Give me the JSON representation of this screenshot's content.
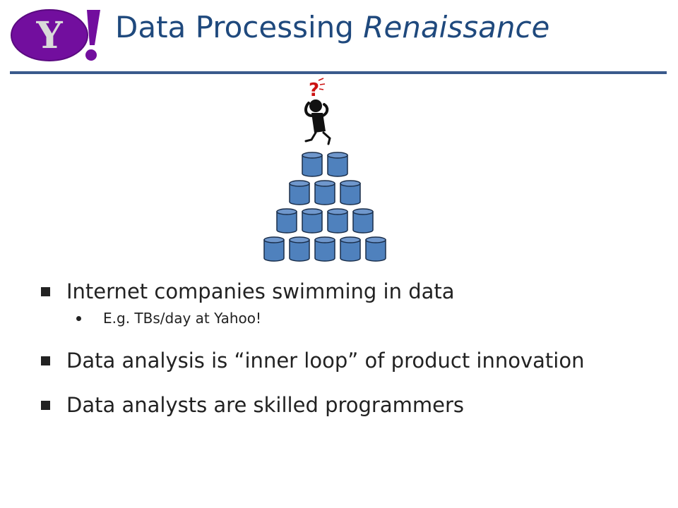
{
  "logo": {
    "text": "Y!",
    "color": "#720e9e"
  },
  "title": {
    "main": "Data Processing",
    "emphasis": "Renaissance",
    "color": "#1f497d"
  },
  "figure": {
    "question_mark": "?",
    "stack_rows": [
      2,
      3,
      4,
      5
    ],
    "cylinder_color": "#4f81bd"
  },
  "bullets": [
    {
      "text": "Internet companies swimming in data",
      "sub": [
        "E.g. TBs/day at Yahoo!"
      ]
    },
    {
      "text": "Data analysis is “inner loop” of product innovation",
      "sub": []
    },
    {
      "text": "Data analysts are skilled programmers",
      "sub": []
    }
  ]
}
